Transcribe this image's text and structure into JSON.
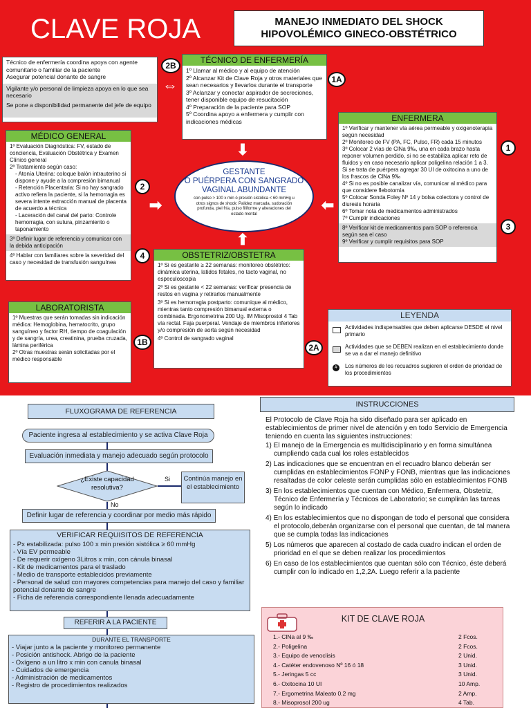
{
  "title": "CLAVE ROJA",
  "subtitle_line1": "MANEJO INMEDIATO DEL SHOCK",
  "subtitle_line2": "HIPOVOLÉMICO GINECO-OBSTÉTRICO",
  "box_2b": {
    "white_items": [
      "Técnico de enfermería coordina apoya con agente comunitario o familiar de la paciente",
      "Asegurar potencial donante de sangre"
    ],
    "grey_items": [
      "Vigilante y/o personal de limpieza apoya en lo que sea necesario",
      "Se pone a disponibilidad permanente del jefe de equipo"
    ]
  },
  "badges": {
    "b2b": "2B",
    "b1a": "1A",
    "b1": "1",
    "b2": "2",
    "b3": "3",
    "b4": "4",
    "b1b": "1B",
    "b2a": "2A"
  },
  "tecnico": {
    "title": "TÉCNICO DE ENFERMERÍA",
    "items": [
      "1º Llamar al médico y al equipo de atención",
      "2º Alcanzar Kit de Clave Roja y otros materiales que sean necesarios y llevarlos durante el transporte",
      "3º Aclanzar y conectar aspirador de secreciones, tener disponible equipo de resucitación",
      "4º Preparación de la paciente para SOP",
      "5º Coordina apoyo a enfermera y cumplir con indicaciones médicas"
    ]
  },
  "enfermera": {
    "title": "ENFERMERA",
    "items_white": [
      "1º Verificar y mantener vía aérea permeable y oxigenoterapia según necesidad",
      "2º Monitoreo de FV (PA, FC, Pulso, FR) cada 15 minutos",
      "3º Colocar 2 vías de ClNa 9‰, una en cada brazo hasta reponer volumen perdido, si no se estabiliza aplicar reto de fluidos y en caso necesario aplicar poligelina relación 1 a 3. Si se trata de puérpera agregar 30 UI de oxitocina a uno de los frascos de ClNa 9‰",
      "4º Si no es posible canalizar vía, comunicar al médico para que considere flebotomía",
      "5º Colocar Sonda Foley Nº 14 y bolsa colectora y control de diuresis horaria",
      "6º Tomar nota de medicamentos administrados",
      "7º Cumplir indicaciones"
    ],
    "items_grey": [
      "8º Verificar kit de medicamentos para SOP o referencia según sea el caso",
      "9º Verificar y cumplir requisitos para SOP"
    ]
  },
  "medico": {
    "title": "MÉDICO GENERAL",
    "items": [
      "1º Evaluación Diagnóstica: FV, estado de conciencia, Evaluación Obstétrica y Examen Clínico general",
      "2º Tratamiento según caso:",
      "- Atonía Uterina: coloque balón intrauterino si dispone y ayude a la compresión bimanual",
      "- Retención Placentaria: Si no hay sangrado activo refiera la paciente, si la hemorragia es severa intente extracción manual de placenta de acuerdo a técnica",
      "- Laceración del canal del parto: Controle hemorragia, con sutura, pinzamiento o taponamiento"
    ],
    "grey_items": [
      "3º Definir lugar de referencia y comunicar con la debida anticipación"
    ],
    "last_items": [
      "4º Hablar con familiares sobre la severidad del caso y necesidad de transfusión sanguínea"
    ]
  },
  "gestante": {
    "line1": "GESTANTE",
    "line2": "O PUÉRPERA CON SANGRADO",
    "line3": "VAGINAL ABUNDANTE",
    "detail": "con pulso > 100 x min ó presión sistólica < 60 mmHg u otros signos de shock: Palidez marcada, sudoración profunda, piel fría, pulso filiforme y alteraciones del estado mental"
  },
  "obstetriz": {
    "title": "OBSTETRIZ/OBSTETRA",
    "items": [
      "1º Si es gestante ≥ 22 semanas: monitoreo obstétrico: dinámica uterina, latidos fetales, no tacto vaginal, no especuloscopia",
      "2º Si es gestante < 22 semanas: verificar presencia de restos en vagina y retirarlos manualmente",
      "3º Si es hemorragia postparto: comunique al médico, mientras tanto compresión bimanual externa o combinada. Ergonometrina 200 Ug. IM Misoprostol 4 Tab vía rectal. Faja puerperal. Vendaje de miembros inferiores y/o compresión de aorta según necesidad",
      "4º Control de sangrado vaginal"
    ]
  },
  "laboratorista": {
    "title": "LABORATORISTA",
    "items": [
      "1º Muestras que serán tomadas sin indicación médica: Hemoglobina, hematocrito, grupo sanguíneo y factor RH, tiempo de coagulación y de sangría, urea, creatinina, prueba cruzada, lámina periférica",
      "2º Otras muestras serán solicitadas por el médico responsable"
    ]
  },
  "leyenda": {
    "title": "LEYENDA",
    "white": "Actividades indispensables que deben aplicarse DESDE el nivel primario",
    "grey": "Actividades que se DEBEN realizan en el establecimiento donde se va a dar el manejo definitivo",
    "num": "Los números de los recuadros sugieren el orden de prioridad de los procedimientos",
    "num_symbol": "#"
  },
  "flujo": {
    "title": "FLUXOGRAMA DE REFERENCIA",
    "start": "Paciente ingresa al establecimiento y se activa Clave Roja",
    "eval": "Evaluación inmediata y manejo adecuado según protocolo",
    "question": "¿Existe capacidad resolutiva?",
    "yes": "Si",
    "no": "No",
    "continue": "Continúa manejo en el establecimiento",
    "define": "Definir lugar de referencia y coordinar por medio más rápido",
    "verify_title": "VERIFICAR REQUISITOS DE REFERENCIA",
    "verify_items": [
      "- Px estabilizada: pulso 100 x min presión sistólica ≥ 60 mmHg",
      "- Vía EV permeable",
      "- De requerir oxígeno 3Litros x min, con cánula binasal",
      "- Kit de medicamentos para el traslado",
      "- Medio de transporte establecidos previamente",
      "- Personal de salud con mayores competencias para manejo del caso y familiar potencial donante de sangre",
      "- Ficha de referencia correspondiente llenada adecuadamente"
    ],
    "refer": "REFERIR A LA PACIENTE",
    "transport_title": "DURANTE EL TRANSPORTE",
    "transport_items": [
      "- Viajar junto a la paciente y monitoreo permanente",
      "- Posición antishock. Abrigo de la paciente",
      "- Oxígeno a un litro x min con canula binasal",
      "- Cuidados de emergencia",
      "- Administración de medicamentos",
      "- Registro de procedimientos realizados"
    ]
  },
  "instrucciones": {
    "title": "INSTRUCCIONES",
    "intro": "El Protocolo de Clave Roja ha sido diseñado para ser aplicado en establecimientos de primer nivel de atención y en todo Servicio de Emergencia teniendo en cuenta las siguientes instrucciones:",
    "items": [
      "1) El manejo de la Emergencia es multidisciplinario y en forma simultánea cumpliendo cada cual los roles establecidos",
      "2) Las indicaciones que se encuentran en el recuadro blanco deberán ser cumplidas en establecimientos FONP y FONB, mientras que las indicaciones resaltadas de color celeste serán cumplidas sólo en establecimientos FONB",
      "3) En los establecimientos que cuentan con Médico, Enfermera, Obstetriz, Técnico de Enfermería y Técnicos de Laboratorio; se cumplirán las tareas según lo indicado",
      "4) En los establecimientos que no dispongan de todo el personal que considera el protocolo,deberán organizarse con el personal que cuentan, de tal manera que se cumpla todas las indicaciones",
      "5) Los números que aparecen al costado de cada cuadro indican el orden de prioridad en el que se deben realizar los procedimientos",
      "6) En caso de los establecimientos que cuentan sólo con Técnico, éste deberá cumplir con lo indicado en 1,2,2A. Luego referir a la paciente"
    ]
  },
  "kit": {
    "title": "KIT DE CLAVE ROJA",
    "rows": [
      {
        "item": "1.- ClNa al 9 ‰",
        "qty": "2 Fcos."
      },
      {
        "item": "2.- Poligelina",
        "qty": "2 Fcos."
      },
      {
        "item": "3.- Equipo de venoclisis",
        "qty": "2 Unid."
      },
      {
        "item": "4.- Catéter endovenoso Nº 16 ó 18",
        "qty": "3 Unid."
      },
      {
        "item": "5.- Jeringas 5 cc",
        "qty": "3 Unid."
      },
      {
        "item": "6.- Oxitocina 10 UI",
        "qty": "10 Amp."
      },
      {
        "item": "7.- Ergometrina Maleato 0.2 mg",
        "qty": "2 Amp."
      },
      {
        "item": "8.- Misoprosol 200 ug",
        "qty": "4 Tab."
      }
    ]
  },
  "colors": {
    "red": "#e8171b",
    "green": "#77c043",
    "lightblue": "#c8dcf1",
    "grey": "#d9d9d9",
    "pink": "#fbd3d8",
    "navy": "#1a2a6c"
  }
}
